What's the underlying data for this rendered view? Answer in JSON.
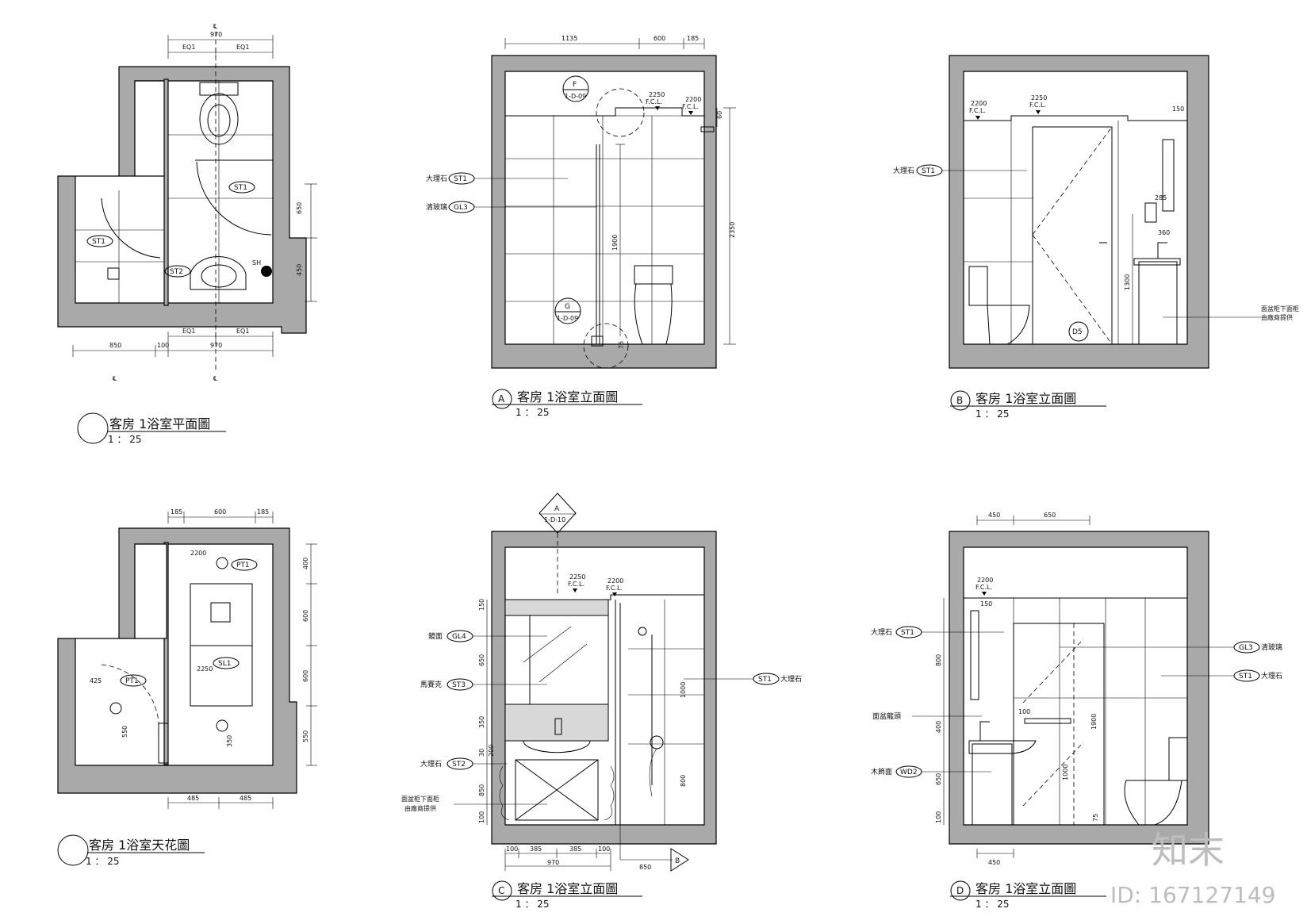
{
  "views": {
    "plan": {
      "title": "客房 1浴室平面圖",
      "scale": "1 ： 25"
    },
    "ceiling": {
      "title": "客房 1浴室天花圖",
      "scale": "1 ： 25"
    },
    "elev_a": {
      "mark": "A",
      "title": "客房 1浴室立面圖",
      "scale": "1 ： 25"
    },
    "elev_b": {
      "mark": "B",
      "title": "客房 1浴室立面圖",
      "scale": "1 ： 25"
    },
    "elev_c": {
      "mark": "C",
      "title": "客房 1浴室立面圖",
      "scale": "1 ： 25"
    },
    "elev_d": {
      "mark": "D",
      "title": "客房 1浴室立面圖",
      "scale": "1 ： 25"
    }
  },
  "plan_dims": {
    "top": "970",
    "eq": "EQ1",
    "right1": "650",
    "right2": "450",
    "bottom1": "850",
    "bottom2": "100",
    "bottom3": "970",
    "cl": "℄",
    "sh": "SH"
  },
  "plan_tags": {
    "st1a": "ST1",
    "st1b": "ST1",
    "st2": "ST2"
  },
  "ceiling_dims": {
    "t1": "185",
    "t2": "600",
    "t3": "185",
    "r1": "400",
    "r2": "600",
    "r3": "600",
    "r4": "550",
    "b1": "485",
    "b2": "485",
    "h2200": "2200",
    "h2250": "2250",
    "d425": "425",
    "d550": "550",
    "d350": "350"
  },
  "ceiling_tags": {
    "pt1a": "PT1",
    "pt1b": "PT1",
    "sl1": "SL1"
  },
  "elev_a": {
    "d1": "1135",
    "d2": "600",
    "d3": "185",
    "h1": "2250",
    "h1sub": "F.C.L.",
    "h2": "2200",
    "h2sub": "F.C.L.",
    "v1": "1900",
    "v2": "2350",
    "v3": "75",
    "v4": "60",
    "detF": "F",
    "detFref": "1-D-09",
    "detG": "G",
    "detGref": "1-D-09",
    "tag1": "ST1",
    "tag1lbl": "大理石",
    "tag2": "GL3",
    "tag2lbl": "清玻璃"
  },
  "elev_b": {
    "h1": "2200",
    "h1sub": "F.C.L.",
    "h2": "2250",
    "h2sub": "F.C.L.",
    "d150": "150",
    "d285": "285",
    "d360": "360",
    "d1300": "1300",
    "tag1": "ST1",
    "tag1lbl": "大理石",
    "door": "D5",
    "note1": "面盆柜下面柜",
    "note2": "由廠商提供"
  },
  "elev_c": {
    "sec": "A",
    "secref": "1-D-10",
    "h1": "2250",
    "h1sub": "F.C.L.",
    "h2": "2200",
    "h2sub": "F.C.L.",
    "v150": "150",
    "v650": "650",
    "v350": "350",
    "v30": "30",
    "v200": "200",
    "v850": "850",
    "v100": "100",
    "v1000": "1000",
    "v800": "800",
    "b100a": "100",
    "b385a": "385",
    "b385b": "385",
    "b100b": "100",
    "b970": "970",
    "b850": "850",
    "secB": "B",
    "tag1": "GL4",
    "tag1lbl": "鏡面",
    "tag2": "ST3",
    "tag2lbl": "馬賽克",
    "tag3": "ST2",
    "tag3lbl": "大理石",
    "tag4": "ST1",
    "tag4lbl": "大理石",
    "note1": "面盆柜下面柜",
    "note2": "由廠商提供"
  },
  "elev_d": {
    "d450": "450",
    "d650": "650",
    "bot450": "450",
    "h1": "2200",
    "h1sub": "F.C.L.",
    "v150": "150",
    "v800": "800",
    "v400": "400",
    "v650": "650",
    "v100": "100",
    "v1900": "1900",
    "v1000": "1000",
    "v75": "75",
    "v100b": "100",
    "tag1": "ST1",
    "tag1lbl": "大理石",
    "tag2": "GL3",
    "tag2lbl": "清玻璃",
    "tag3": "ST1",
    "tag3lbl": "大理石",
    "tag4lbl": "面盆龍頭",
    "tag5": "WD2",
    "tag5lbl": "木飾面"
  },
  "watermark": {
    "logo": "知末",
    "id": "ID: 167127149"
  }
}
